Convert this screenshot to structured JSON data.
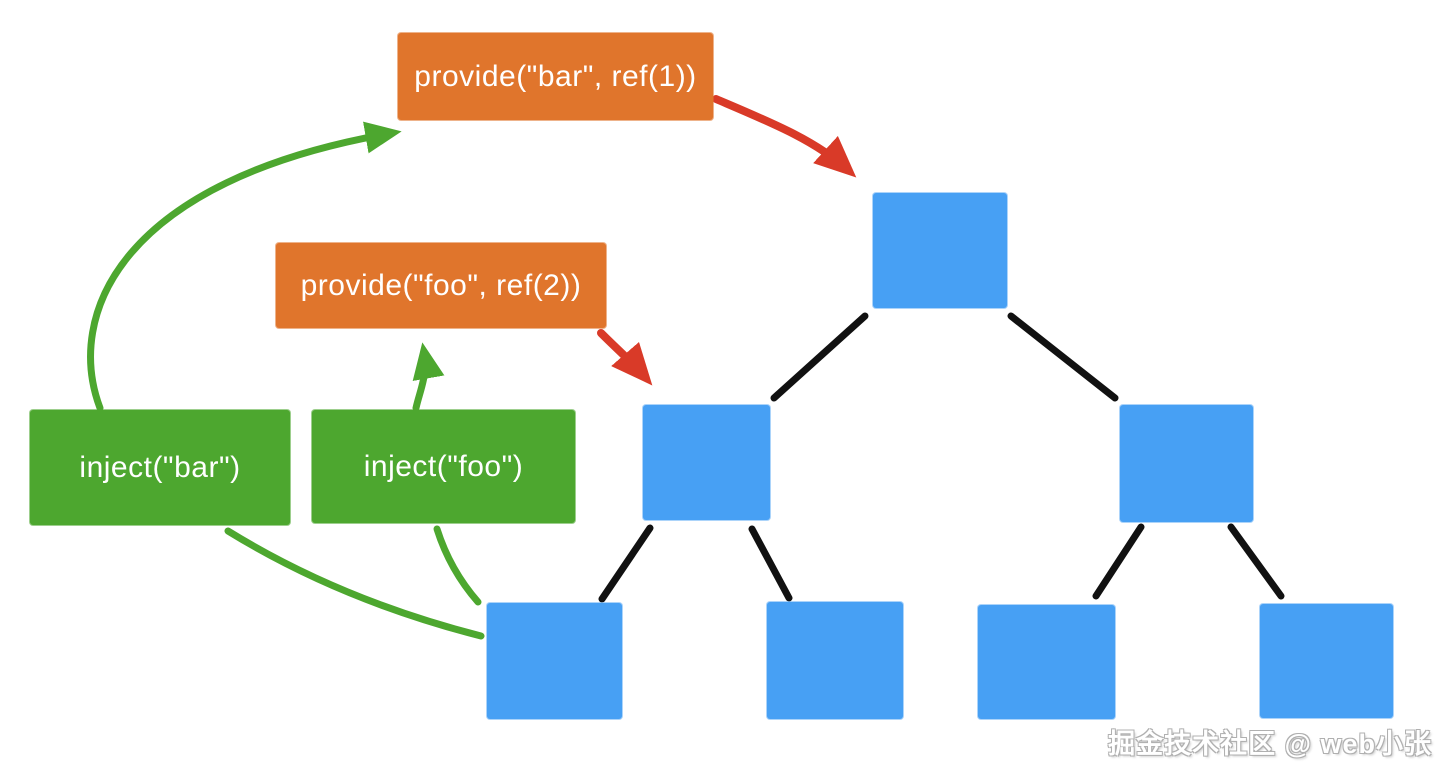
{
  "boxes": {
    "provide_bar": {
      "label": "provide(\"bar\", ref(1))",
      "color": "#E0752C"
    },
    "provide_foo": {
      "label": "provide(\"foo\", ref(2))",
      "color": "#E0752C"
    },
    "inject_bar": {
      "label": "inject(\"bar\")",
      "color": "#4DA72F"
    },
    "inject_foo": {
      "label": "inject(\"foo\")",
      "color": "#4DA72F"
    }
  },
  "tree": {
    "node_color": "#47A0F4",
    "line_color": "#111111",
    "nodes": [
      "root",
      "child-left",
      "child-right",
      "leaf-1",
      "leaf-2",
      "leaf-3",
      "leaf-4"
    ],
    "structure": {
      "root": [
        "child-left",
        "child-right"
      ],
      "child-left": [
        "leaf-1",
        "leaf-2"
      ],
      "child-right": [
        "leaf-3",
        "leaf-4"
      ]
    }
  },
  "arrows": {
    "green_color": "#4DA72F",
    "red_color": "#D93A28",
    "relations": [
      {
        "from": "inject(\"bar\")",
        "to": "provide(\"bar\", ref(1))",
        "style": "green-arrow"
      },
      {
        "from": "inject(\"foo\")",
        "to": "provide(\"foo\", ref(2))",
        "style": "green-arrow"
      },
      {
        "from": "provide(\"bar\", ref(1))",
        "to": "root",
        "style": "red-arrow"
      },
      {
        "from": "provide(\"foo\", ref(2))",
        "to": "child-left",
        "style": "red-arrow"
      },
      {
        "from": "inject(\"bar\")",
        "to": "leaf-1",
        "style": "green-line"
      },
      {
        "from": "inject(\"foo\")",
        "to": "leaf-1",
        "style": "green-line"
      }
    ]
  },
  "watermark": {
    "text": "掘金技术社区 @ web小张"
  }
}
